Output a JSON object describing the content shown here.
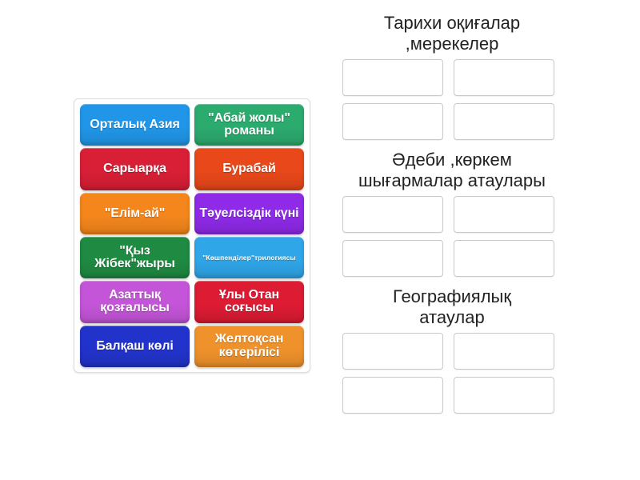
{
  "activity": {
    "type": "group-sort",
    "tile_pool": {
      "name": "draggable-tiles",
      "tiles": [
        {
          "label": "Орталық Азия",
          "color": "#2196e8",
          "size": "normal"
        },
        {
          "label": "\"Абай жолы\" романы",
          "color": "#2cab6f",
          "size": "normal"
        },
        {
          "label": "Сарыарқа",
          "color": "#d81f36",
          "size": "normal"
        },
        {
          "label": "Бурабай",
          "color": "#e8481a",
          "size": "normal"
        },
        {
          "label": "\"Елім-ай\"",
          "color": "#f4861c",
          "size": "normal"
        },
        {
          "label": "Тәуелсіздік күні",
          "color": "#8e2ae8",
          "size": "normal"
        },
        {
          "label": "\"Қыз Жібек\"жыры",
          "color": "#1f8a42",
          "size": "normal"
        },
        {
          "label": "\"Көшпенділер\"трилогиясы",
          "color": "#2fa6e8",
          "size": "small"
        },
        {
          "label": "Азаттық қозғалысы",
          "color": "#c455d8",
          "size": "normal"
        },
        {
          "label": "Ұлы Отан соғысы",
          "color": "#dd1b33",
          "size": "normal"
        },
        {
          "label": "Балқаш көлі",
          "color": "#2233cc",
          "size": "normal"
        },
        {
          "label": "Желтоқсан көтерілісі",
          "color": "#f0922b",
          "size": "normal"
        }
      ]
    },
    "categories": [
      {
        "title": "Тарихи оқиғалар\n,мерекелер",
        "slots": [
          "",
          "",
          "",
          ""
        ]
      },
      {
        "title": "Әдеби ,көркем\nшығармалар атаулары",
        "slots": [
          "",
          "",
          "",
          ""
        ]
      },
      {
        "title": "Географиялық\nатаулар",
        "slots": [
          "",
          "",
          "",
          ""
        ]
      }
    ]
  }
}
